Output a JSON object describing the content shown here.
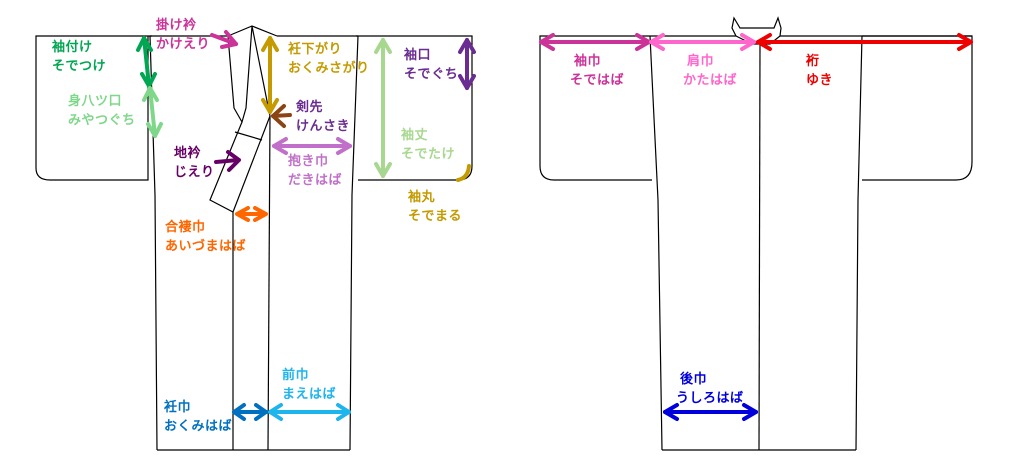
{
  "front": {
    "labels": [
      {
        "key": "sodetsuke",
        "kanji": "袖付け",
        "kana": "そでつけ",
        "color": "#00a651"
      },
      {
        "key": "miyatsuguchi",
        "kanji": "身八ツ口",
        "kana": "みやつぐち",
        "color": "#7fd88a"
      },
      {
        "key": "kakeeri",
        "kanji": "掛け衿",
        "kana": "かけえり",
        "color": "#cc3399"
      },
      {
        "key": "okumisagari",
        "kanji": "衽下がり",
        "kana": "おくみさがり",
        "color": "#c49a00"
      },
      {
        "key": "kensaki",
        "kanji": "剣先",
        "kana": "けんさき",
        "color": "#6a2c91"
      },
      {
        "key": "sodeguchi",
        "kanji": "袖口",
        "kana": "そでぐち",
        "color": "#6a2c91"
      },
      {
        "key": "jieri",
        "kanji": "地衿",
        "kana": "じえり",
        "color": "#660066"
      },
      {
        "key": "dakihaba",
        "kanji": "抱き巾",
        "kana": "だきはば",
        "color": "#c070c8"
      },
      {
        "key": "sodetake",
        "kanji": "袖丈",
        "kana": "そでたけ",
        "color": "#a8d890"
      },
      {
        "key": "sodemaru",
        "kanji": "袖丸",
        "kana": "そでまる",
        "color": "#c49a00"
      },
      {
        "key": "aizumahaba",
        "kanji": "合褄巾",
        "kana": "あいづまはば",
        "color": "#ff6600"
      },
      {
        "key": "maehaba",
        "kanji": "前巾",
        "kana": "まえはば",
        "color": "#1eb4ec"
      },
      {
        "key": "okumihaba",
        "kanji": "衽巾",
        "kana": "おくみはば",
        "color": "#0070c0"
      }
    ]
  },
  "back": {
    "labels": [
      {
        "key": "sodehaba",
        "kanji": "袖巾",
        "kana": "そではば",
        "color": "#cc3399"
      },
      {
        "key": "katahaba",
        "kanji": "肩巾",
        "kana": "かたはば",
        "color": "#ff66cc"
      },
      {
        "key": "yuki",
        "kanji": "裄",
        "kana": "ゆき",
        "color": "#ee0000"
      },
      {
        "key": "ushirohaba",
        "kanji": "後巾",
        "kana": "うしろはば",
        "color": "#0000dd"
      }
    ]
  },
  "colors": {
    "outline": "#000000",
    "background": "#ffffff"
  }
}
